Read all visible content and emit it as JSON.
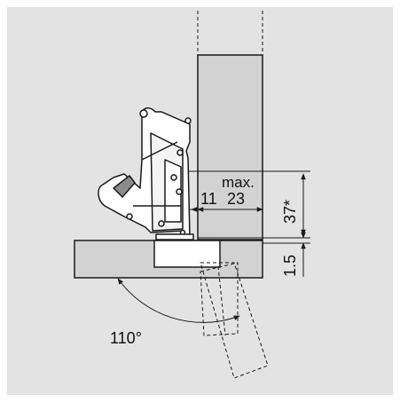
{
  "colors": {
    "background": "#e3e3e3",
    "panel": "#d2d2d2",
    "outline": "#1a1a1a",
    "hinge_fill": "#ffffff",
    "hinge_accent": "#8c8c8c",
    "border": "#ffffff"
  },
  "dimensions": {
    "overlay": "11",
    "max_label": "max.",
    "max_value": "23",
    "bore_distance": "37*",
    "gap": "1.5"
  },
  "angle": {
    "label": "110°",
    "opening_degrees": 110
  }
}
